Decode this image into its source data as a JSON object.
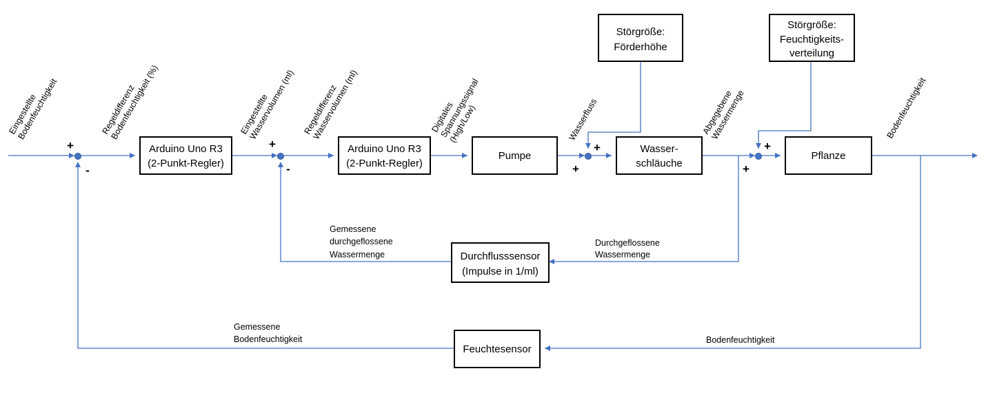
{
  "blocks": {
    "arduino1": [
      "Arduino Uno R3",
      "(2-Punkt-Regler)"
    ],
    "arduino2": [
      "Arduino Uno R3",
      "(2-Punkt-Regler)"
    ],
    "pumpe": [
      "Pumpe"
    ],
    "schlaeuche": [
      "Wasser-",
      "schläuche"
    ],
    "pflanze": [
      "Pflanze"
    ],
    "stoer1": [
      "Störgröße:",
      "Förderhöhe"
    ],
    "stoer2": [
      "Störgröße:",
      "Feuchtigkeits-",
      "verteilung"
    ],
    "durchfluss": [
      "Durchflusssensor",
      "(Impulse in 1/ml)"
    ],
    "feuchte": [
      "Feuchtesensor"
    ]
  },
  "rotated_labels": {
    "eingestellte_feuchte": [
      "Eingestellte",
      "Bodenfeuchtigkeit"
    ],
    "regeldifferenz_feuchte": [
      "Regeldifferenz",
      "Bodenfeuchtigkeit (%)"
    ],
    "eingestellte_wasser": [
      "Eingestellte",
      "Wasservolumen (ml)"
    ],
    "regeldifferenz_wasser": [
      "Regeldifferenz",
      "Wasservolumen (ml)"
    ],
    "spannungssignal": [
      "Digitales",
      "Spannungssignal",
      "(High/Low)"
    ],
    "wasserfluss": [
      "Wasserfluss"
    ],
    "abgegebene": [
      "Abgegebene",
      "Wassermenge"
    ],
    "bodenfeuchte_out": [
      "Bodenfeuchtigkeit"
    ]
  },
  "labels": {
    "gemessene_wasser": [
      "Gemessene",
      "durchgeflossene",
      "Wassermenge"
    ],
    "durchgeflossene": [
      "Durchgeflossene",
      "Wassermenge"
    ],
    "gemessene_feuchte": [
      "Gemessene",
      "Bodenfeuchtigkeit"
    ],
    "bodenfeuchte_feedback": [
      "Bodenfeuchtigkeit"
    ]
  },
  "signs": {
    "plus": "+",
    "minus": "-"
  }
}
